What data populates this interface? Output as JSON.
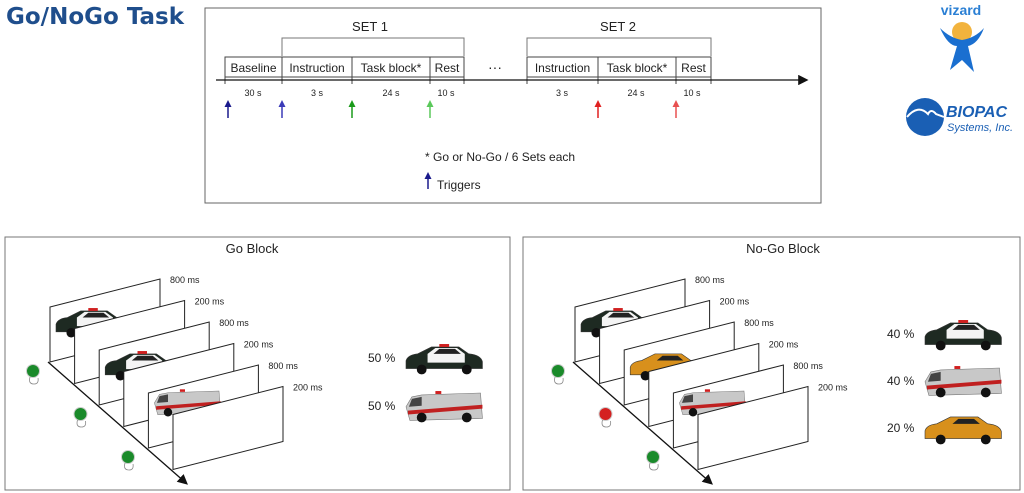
{
  "title": "Go/NoGo Task",
  "logos": {
    "vizard": "vizard",
    "biopac": "BIOPAC",
    "biopac_sub": "Systems, Inc."
  },
  "timeline": {
    "sets": [
      "SET 1",
      "SET 2"
    ],
    "segments": [
      "Baseline",
      "Instruction",
      "Task block*",
      "Rest",
      "Instruction",
      "Task block*",
      "Rest"
    ],
    "ellipsis": "···",
    "durations": [
      "30 s",
      "3 s",
      "24 s",
      "10 s",
      "3 s",
      "24 s",
      "10 s"
    ],
    "trigger_colors": [
      "#1a1a8c",
      "#3a3ab8",
      "#1a9a1a",
      "#5ac85a",
      "#e02020",
      "#e85050"
    ],
    "note": "* Go or No-Go / 6 Sets each",
    "legend_label": "Triggers"
  },
  "blocks": [
    {
      "title": "Go Block",
      "durations": [
        "800 ms",
        "200 ms",
        "800 ms",
        "200 ms",
        "800 ms",
        "200 ms"
      ],
      "frame_images": [
        "police",
        "",
        "police",
        "",
        "ambulance",
        ""
      ],
      "responses": [
        "go",
        "go",
        "go"
      ],
      "proportions": [
        {
          "pct": "50 %",
          "vehicle": "police"
        },
        {
          "pct": "50 %",
          "vehicle": "ambulance"
        }
      ]
    },
    {
      "title": "No-Go Block",
      "durations": [
        "800 ms",
        "200 ms",
        "800 ms",
        "200 ms",
        "800 ms",
        "200 ms"
      ],
      "frame_images": [
        "police",
        "",
        "taxi",
        "",
        "ambulance",
        ""
      ],
      "responses": [
        "go",
        "nogo",
        "go"
      ],
      "proportions": [
        {
          "pct": "40 %",
          "vehicle": "police"
        },
        {
          "pct": "40 %",
          "vehicle": "ambulance"
        },
        {
          "pct": "20 %",
          "vehicle": "taxi"
        }
      ]
    }
  ],
  "colors": {
    "title": "#1f4e8c",
    "go": "#1a8a2a",
    "nogo": "#d42020",
    "logo_blue": "#1a5fb4",
    "logo_sun": "#f2b33d"
  }
}
